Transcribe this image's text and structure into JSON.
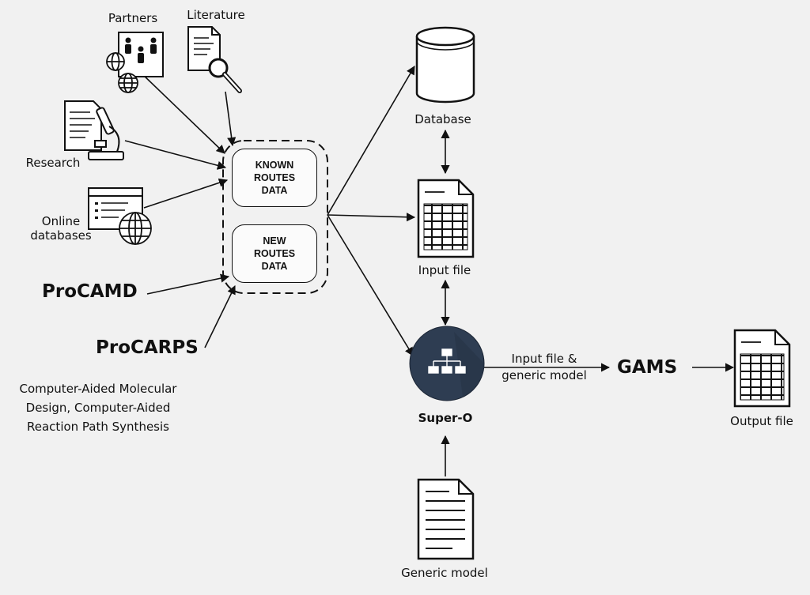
{
  "sources": {
    "partners": "Partners",
    "literature": "Literature",
    "research": "Research",
    "online_databases": "Online\ndatabases",
    "procamd": "ProCAMD",
    "procarps": "ProCARPS",
    "procarps_description": "Computer-Aided Molecular\nDesign, Computer-Aided\nReaction Path Synthesis"
  },
  "data_store": {
    "known_routes": "KNOWN\nROUTES\nDATA",
    "new_routes": "NEW\nROUTES\nDATA"
  },
  "outputs": {
    "database": "Database",
    "input_file": "Input file",
    "super_o": "Super-O",
    "edge_label": "Input file &\ngeneric model",
    "gams": "GAMS",
    "output_file": "Output file",
    "generic_model": "Generic model"
  },
  "icons": {
    "partners": "people-globe-icon",
    "literature": "document-magnifier-icon",
    "research": "document-microscope-icon",
    "online_databases": "browser-globe-icon",
    "database": "database-cylinder-icon",
    "input_file": "spreadsheet-file-icon",
    "super_o": "hierarchy-circle-icon",
    "output_file": "spreadsheet-file-icon",
    "generic_model": "text-document-icon"
  },
  "colors": {
    "super_o_circle": "#2e3d52",
    "line": "#111111",
    "background": "#f1f1f1"
  }
}
